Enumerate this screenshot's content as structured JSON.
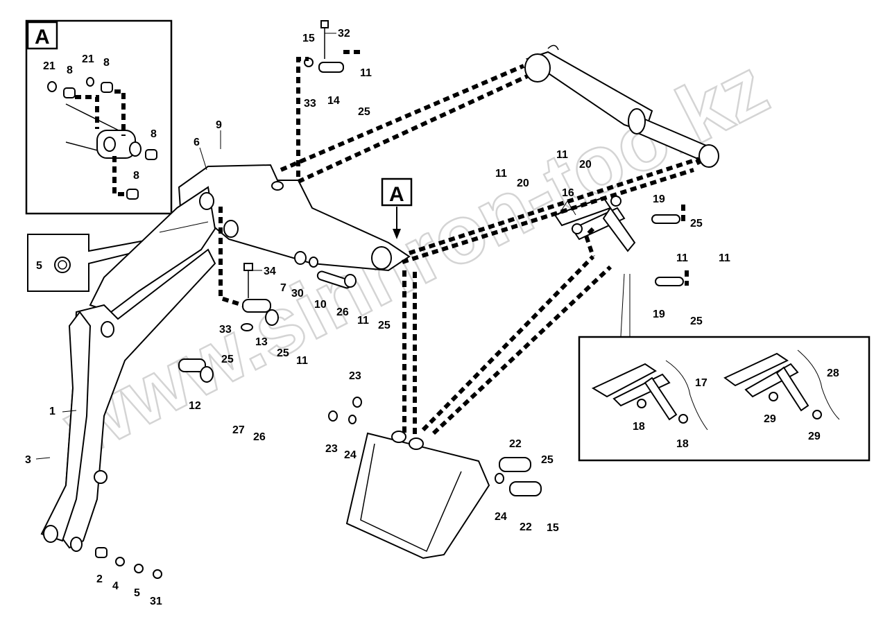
{
  "watermark": "www.sinhron-too.kz",
  "detail_box_title": "A",
  "detail_callout": "A",
  "labels": {
    "p1": "1",
    "p2": "2",
    "p3": "3",
    "p4": "4",
    "p5a": "5",
    "p5b": "5",
    "p6": "6",
    "p7": "7",
    "p8a": "8",
    "p8b": "8",
    "p8c": "8",
    "p8d": "8",
    "p9": "9",
    "p10": "10",
    "p11a": "11",
    "p11b": "11",
    "p11c": "11",
    "p11d": "11",
    "p11e": "11",
    "p11f": "11",
    "p11g": "11",
    "p12": "12",
    "p13": "13",
    "p14": "14",
    "p15a": "15",
    "p15b": "15",
    "p16": "16",
    "p17": "17",
    "p18a": "18",
    "p18b": "18",
    "p19a": "19",
    "p19b": "19",
    "p20a": "20",
    "p20b": "20",
    "p21a": "21",
    "p21b": "21",
    "p22a": "22",
    "p22b": "22",
    "p23a": "23",
    "p23b": "23",
    "p24a": "24",
    "p24b": "24",
    "p25a": "25",
    "p25b": "25",
    "p25c": "25",
    "p25d": "25",
    "p25e": "25",
    "p25f": "25",
    "p25g": "25",
    "p26a": "26",
    "p26b": "26",
    "p27": "27",
    "p28": "28",
    "p29a": "29",
    "p29b": "29",
    "p30": "30",
    "p31": "31",
    "p32": "32",
    "p33a": "33",
    "p33b": "33",
    "p34": "34"
  }
}
